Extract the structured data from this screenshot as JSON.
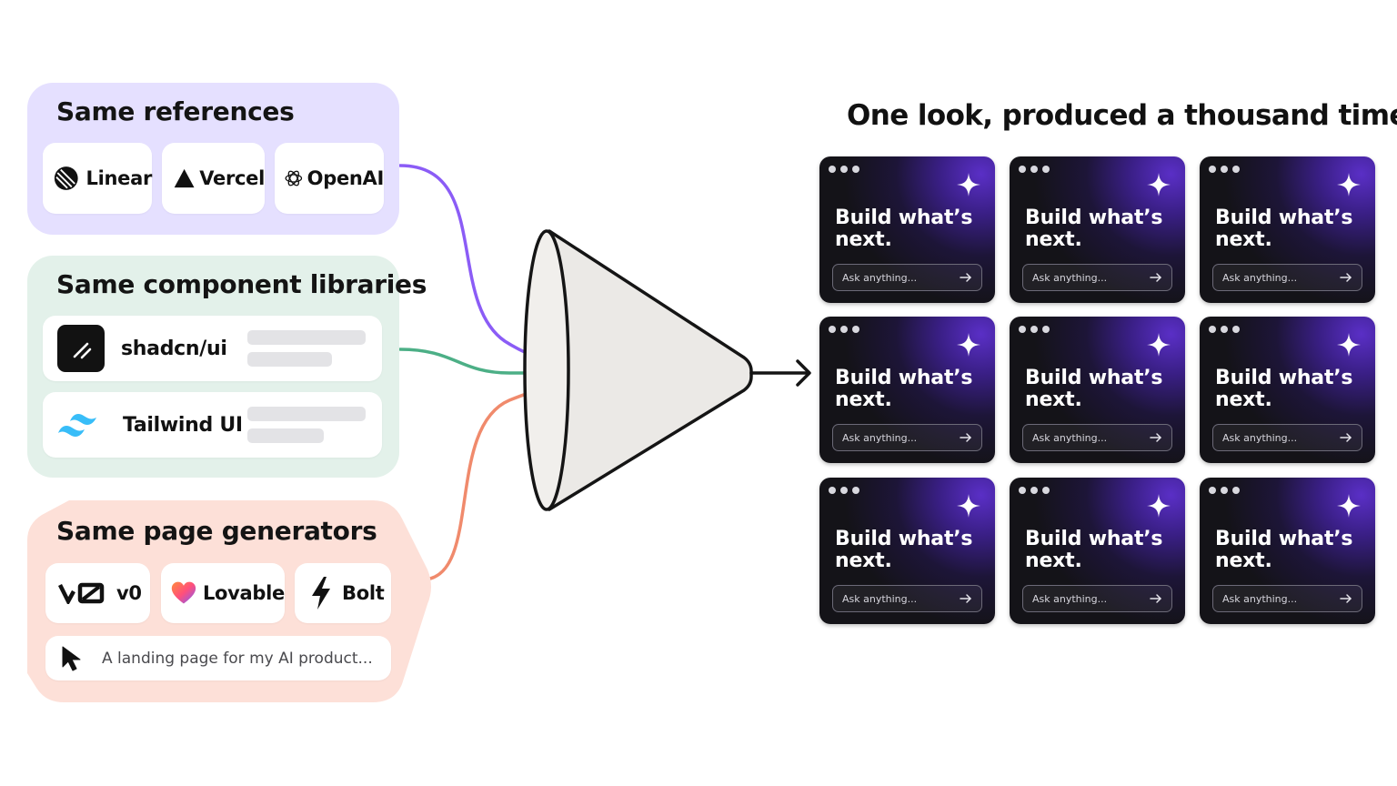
{
  "references": {
    "title": "Same references",
    "items": [
      {
        "label": "Linear",
        "icon": "linear-logo-icon"
      },
      {
        "label": "Vercel",
        "icon": "vercel-triangle-icon"
      },
      {
        "label": "OpenAI",
        "icon": "openai-logo-icon"
      }
    ]
  },
  "libraries": {
    "title": "Same component libraries",
    "items": [
      {
        "label": "shadcn/ui",
        "icon": "shadcn-logo-icon"
      },
      {
        "label": "Tailwind UI",
        "icon": "tailwind-logo-icon"
      }
    ]
  },
  "generators": {
    "title": "Same page generators",
    "items": [
      {
        "label": "v0",
        "icon": "v0-logo-icon"
      },
      {
        "label": "Lovable",
        "icon": "lovable-heart-icon"
      },
      {
        "label": "Bolt",
        "icon": "bolt-lightning-icon"
      }
    ],
    "prompt": "A landing page for my AI product..."
  },
  "output": {
    "title": "One look, produced a thousand times.",
    "card": {
      "headline_line1": "Build what’s",
      "headline_line2": "next.",
      "placeholder": "Ask anything..."
    }
  },
  "colors": {
    "references_panel": "#e5e0ff",
    "libraries_panel": "#e3f1ea",
    "generators_panel": "#fde0d8",
    "purple_line": "#8b5cf6",
    "green_line": "#4caf86",
    "orange_line": "#f08a6c"
  }
}
